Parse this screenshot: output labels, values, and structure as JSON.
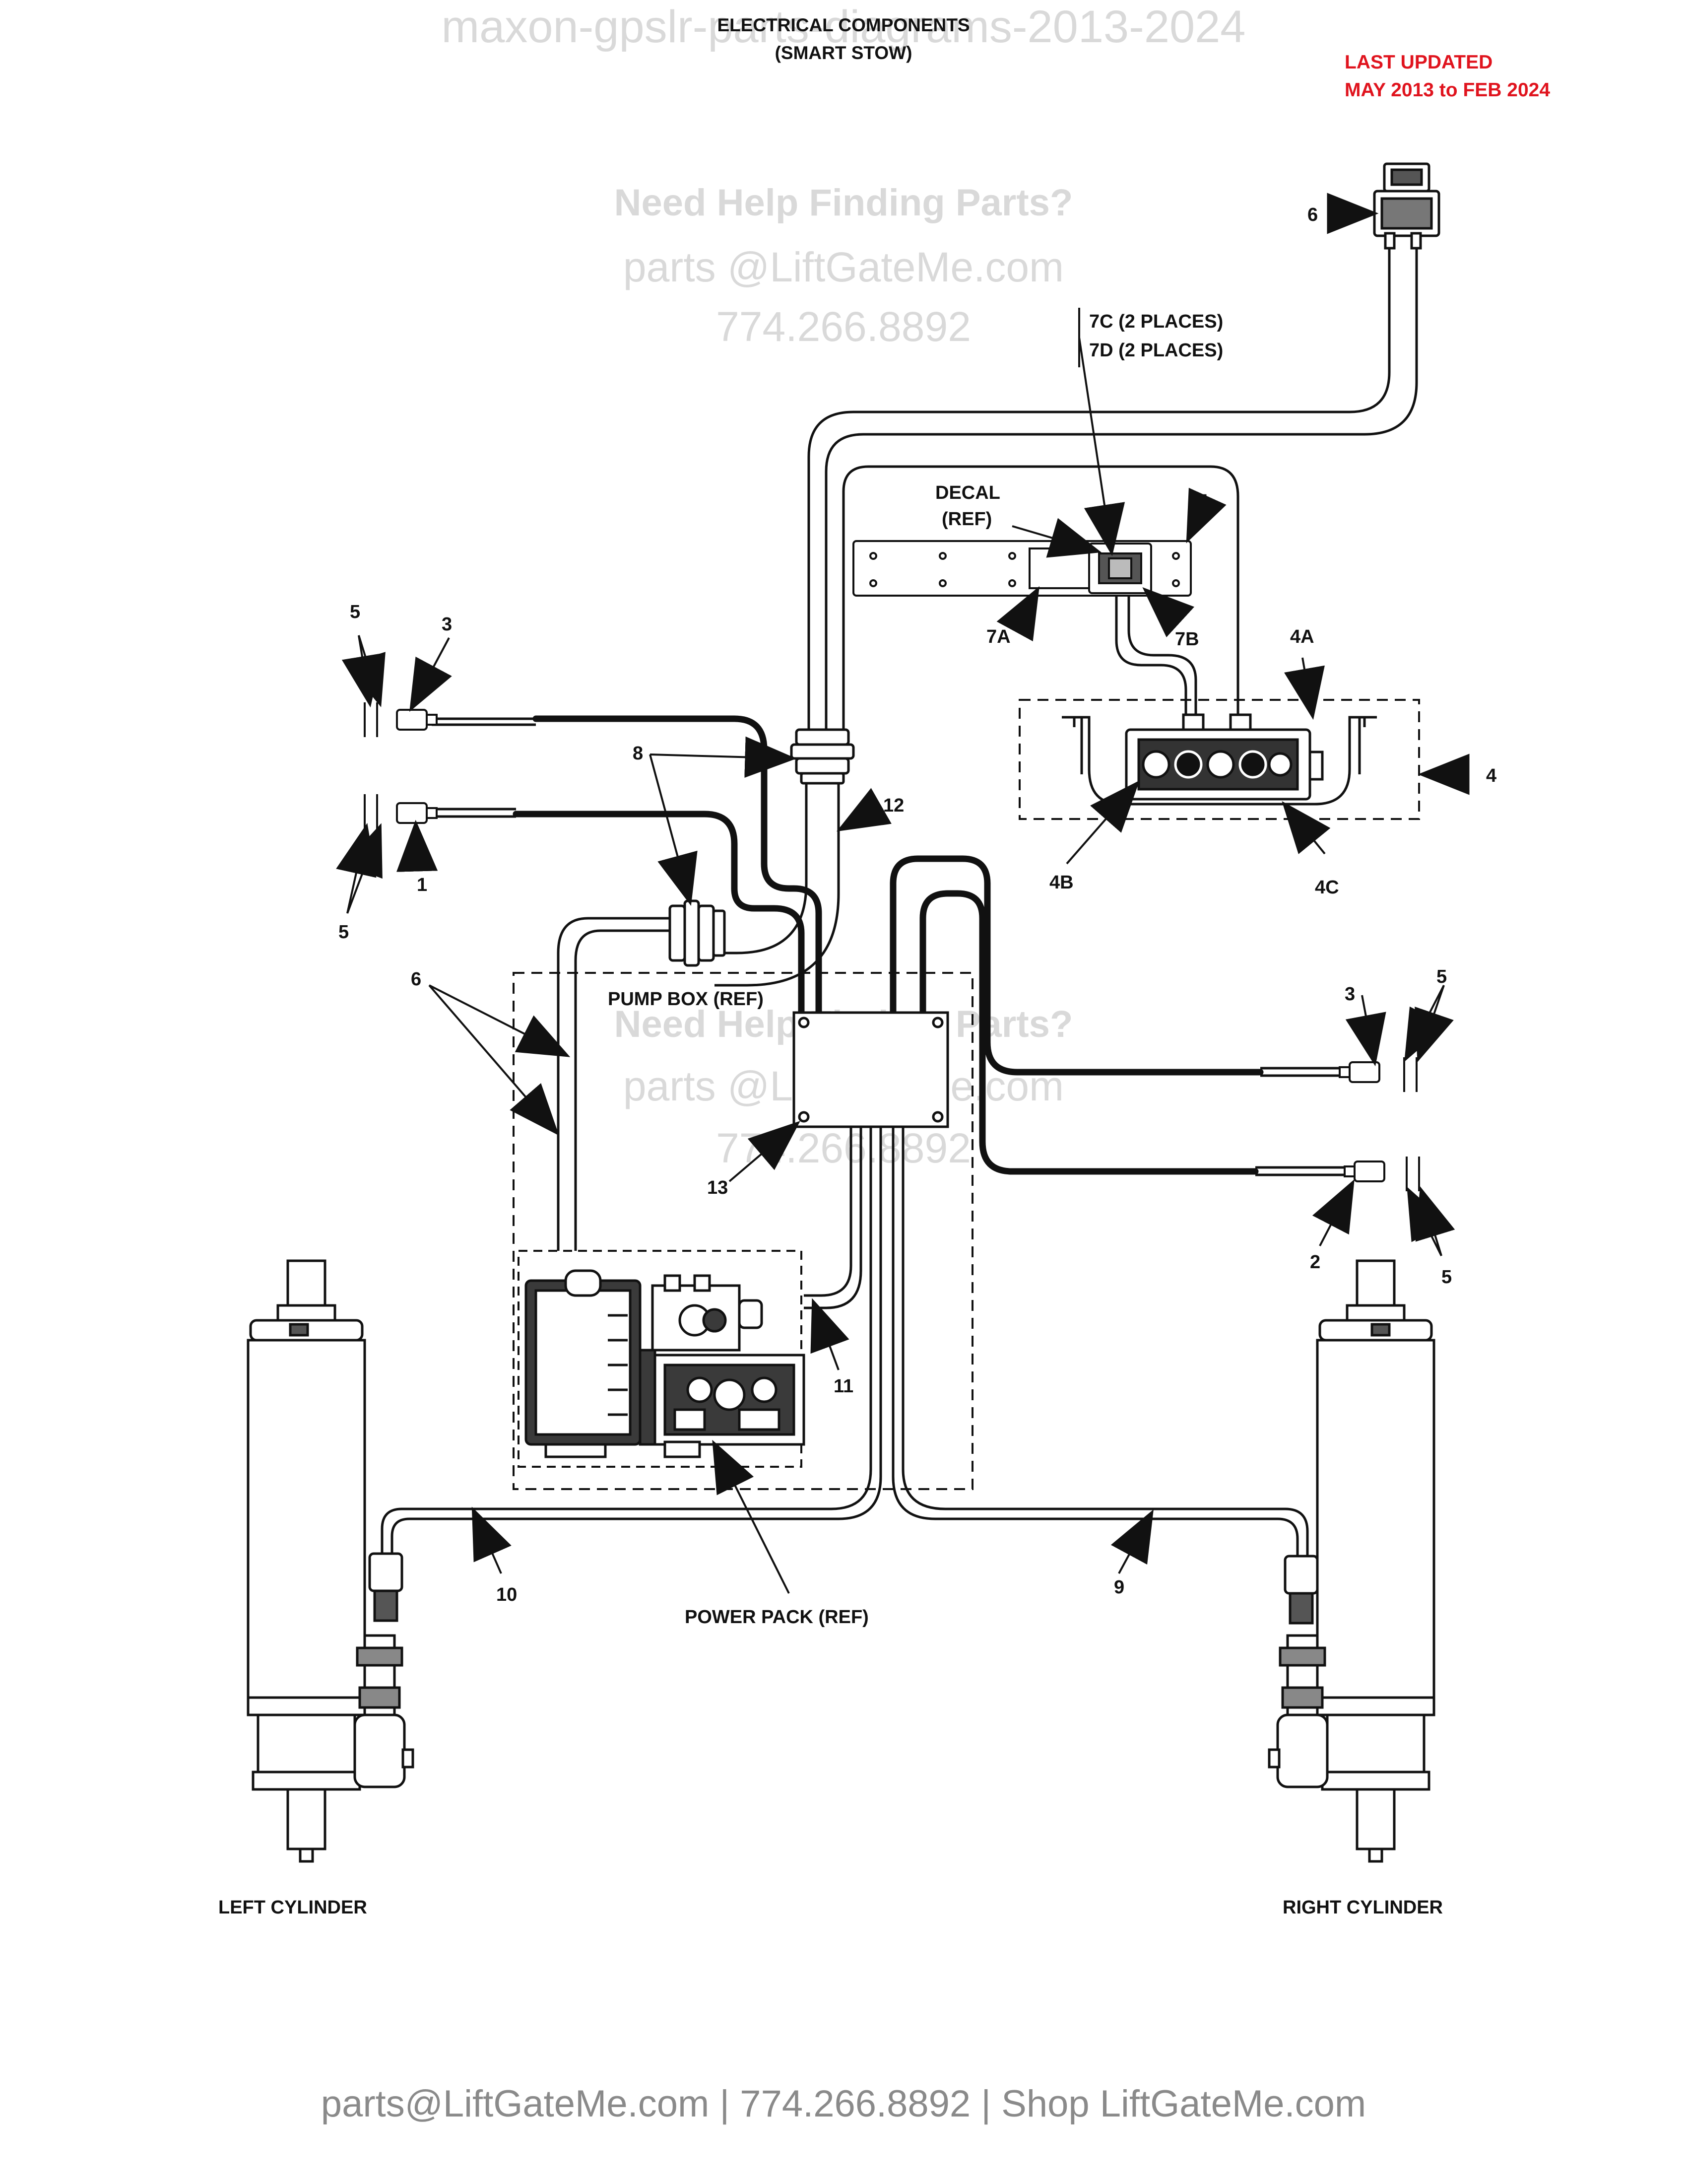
{
  "header": {
    "watermark": "maxon-gpslr-parts-diagrams-2013-2024",
    "title_line1": "ELECTRICAL COMPONENTS",
    "title_line2": "(SMART STOW)",
    "updated_line1": "LAST UPDATED",
    "updated_line2": "MAY 2013 to FEB 2024"
  },
  "watermarks": {
    "help": "Need Help Finding Parts?",
    "email": "parts @LiftGateMe.com",
    "phone": "774.266.8892"
  },
  "callouts": {
    "c6_top": "6",
    "c7c": "7C (2 PLACES)",
    "c7d": "7D (2 PLACES)",
    "decal": "DECAL",
    "decal_ref": "(REF)",
    "c7": "7",
    "c7a": "7A",
    "c7b": "7B",
    "c4a": "4A",
    "c4": "4",
    "c4b": "4B",
    "c4c": "4C",
    "c5_tl": "5",
    "c3_tl": "3",
    "c8": "8",
    "c12": "12",
    "c5_ml": "5",
    "c1": "1",
    "c6_left": "6",
    "pump_box": "PUMP BOX (REF)",
    "c13": "13",
    "c3_r": "3",
    "c5_r1": "5",
    "c2": "2",
    "c5_r2": "5",
    "c11": "11",
    "c10": "10",
    "c9": "9",
    "power_pack": "POWER PACK (REF)",
    "left_cyl": "LEFT CYLINDER",
    "right_cyl": "RIGHT CYLINDER"
  },
  "footer": {
    "text": "parts@LiftGateMe.com | 774.266.8892 | Shop LiftGateMe.com"
  }
}
